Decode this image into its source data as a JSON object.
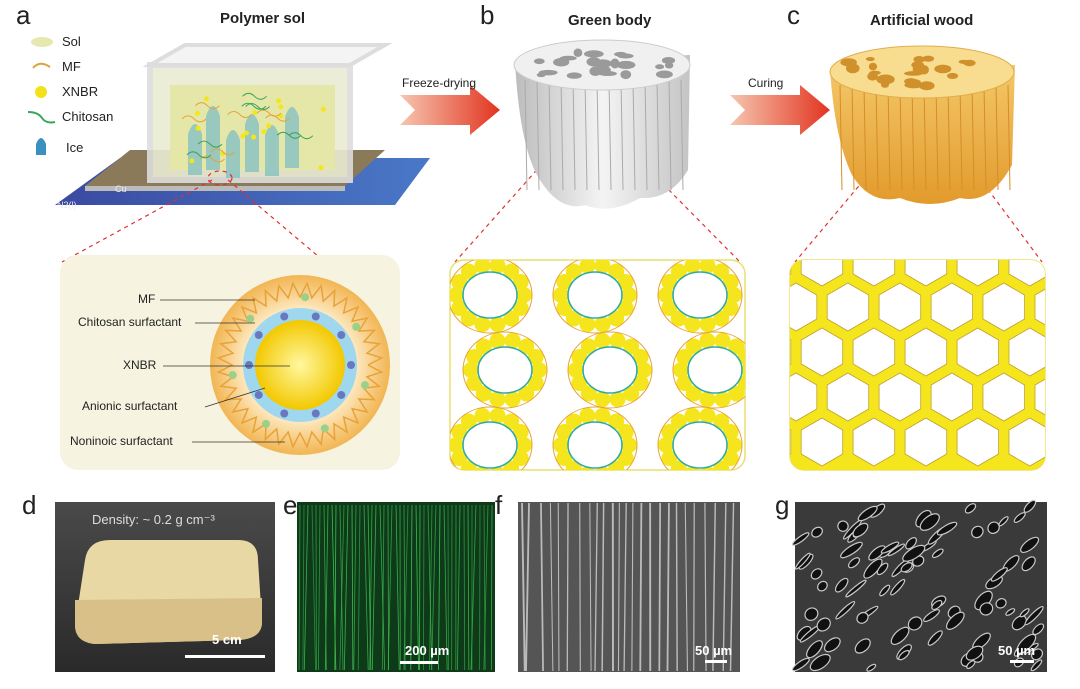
{
  "panels": {
    "a": {
      "label": "a",
      "title": "Polymer sol",
      "legend": [
        "Sol",
        "MF",
        "XNBR",
        "Chitosan",
        "Ice"
      ],
      "plate_labels": [
        "Cu",
        "N2(l)"
      ],
      "inset_labels": [
        "MF",
        "Chitosan surfactant",
        "XNBR",
        "Anionic surfactant",
        "Noninoic surfactant"
      ]
    },
    "b": {
      "label": "b",
      "title": "Green body",
      "arrow_label": "Freeze-drying"
    },
    "c": {
      "label": "c",
      "title": "Artificial wood",
      "arrow_label": "Curing"
    },
    "d": {
      "label": "d",
      "annotation": "Density: ~ 0.2 g cm⁻³",
      "scale_bar": "5 cm"
    },
    "e": {
      "label": "e",
      "scale_bar": "200 µm"
    },
    "f": {
      "label": "f",
      "scale_bar": "50 µm"
    },
    "g": {
      "label": "g",
      "scale_bar": "50 µm"
    }
  },
  "colors": {
    "yellow": "#f5e51c",
    "orange": "#e8a23a",
    "green": "#3aa55a",
    "ice": "#5aa6c8",
    "arrow": "#e2452b",
    "wood": "#e9b552"
  }
}
